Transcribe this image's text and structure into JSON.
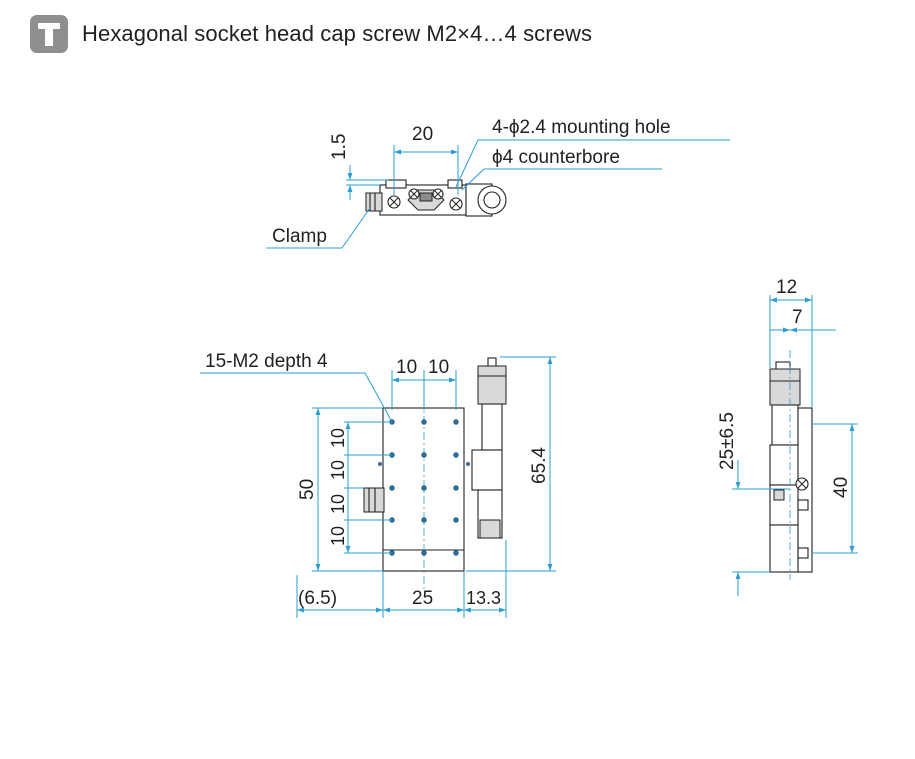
{
  "header": {
    "icon": "screw-icon",
    "text": "Hexagonal socket head cap screw M2×4…4 screws"
  },
  "top_view": {
    "dim_20": "20",
    "dim_1_5": "1.5",
    "mounting_hole": "4-ϕ2.4 mounting hole",
    "counterbore": "ϕ4 counterbore",
    "clamp": "Clamp"
  },
  "front_view": {
    "tapped_holes": "15-M2 depth 4",
    "dim_10a": "10",
    "dim_10b": "10",
    "dim_50": "50",
    "v10_1": "10",
    "v10_2": "10",
    "v10_3": "10",
    "v10_4": "10",
    "dim_65_4": "65.4",
    "dim_6_5": "(6.5)",
    "dim_25": "25",
    "dim_13_3": "13.3"
  },
  "side_view": {
    "dim_12": "12",
    "dim_7": "7",
    "dim_25_6_5": "25±6.5",
    "dim_40": "40"
  },
  "colors": {
    "dimension_line": "#2a9fd6",
    "outline": "#231f20",
    "icon_bg": "#8d8f91"
  }
}
